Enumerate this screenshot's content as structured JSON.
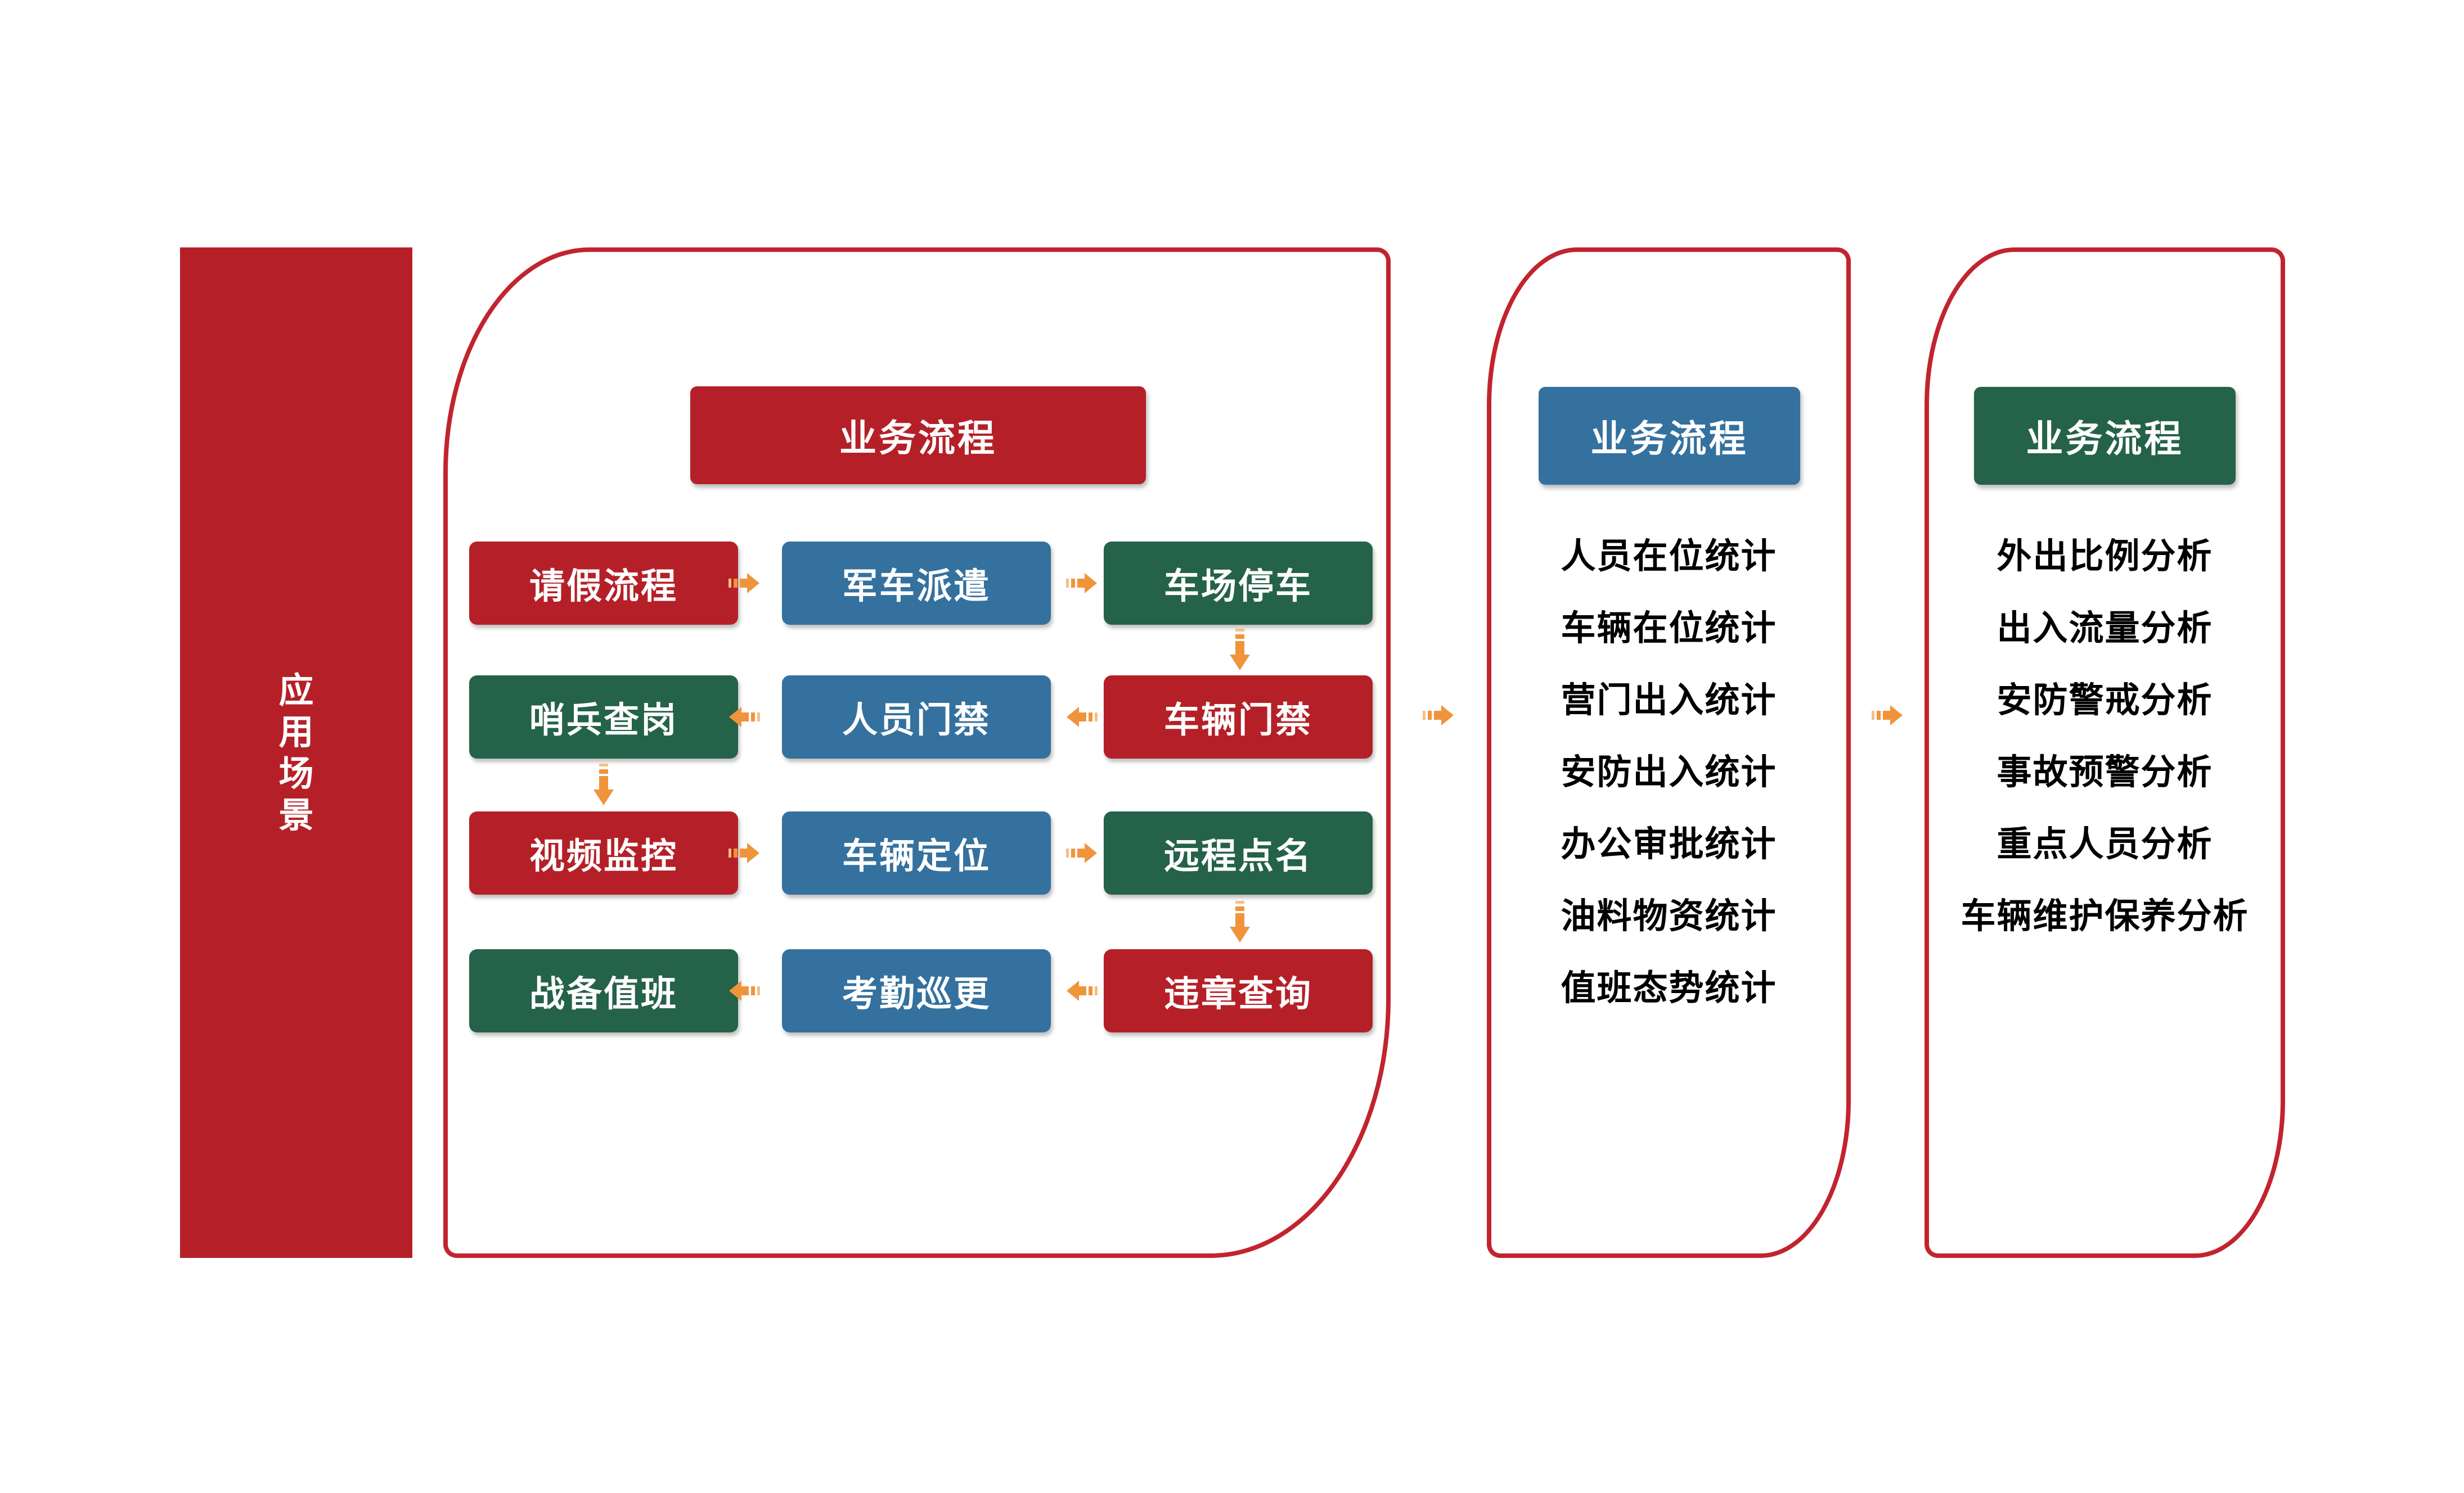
{
  "colors": {
    "red": "#B52028",
    "blue": "#34719E",
    "green": "#25624A",
    "orange": "#F0943C",
    "orange_light": "#F6BE85",
    "panel_border": "#C1242E",
    "text": "#000000",
    "white": "#FFFFFF"
  },
  "sidebar": {
    "label": "应用场景",
    "chars": [
      "应",
      "用",
      "场",
      "景"
    ]
  },
  "main_panel": {
    "header": "业务流程",
    "boxes": [
      {
        "label": "请假流程",
        "color": "red"
      },
      {
        "label": "军车派遣",
        "color": "blue"
      },
      {
        "label": "车场停车",
        "color": "green"
      },
      {
        "label": "哨兵查岗",
        "color": "green"
      },
      {
        "label": "人员门禁",
        "color": "blue"
      },
      {
        "label": "车辆门禁",
        "color": "red"
      },
      {
        "label": "视频监控",
        "color": "red"
      },
      {
        "label": "车辆定位",
        "color": "blue"
      },
      {
        "label": "远程点名",
        "color": "green"
      },
      {
        "label": "战备值班",
        "color": "green"
      },
      {
        "label": "考勤巡更",
        "color": "blue"
      },
      {
        "label": "违章查询",
        "color": "red"
      }
    ]
  },
  "stats_panel": {
    "header": "业务流程",
    "items": [
      "人员在位统计",
      "车辆在位统计",
      "营门出入统计",
      "安防出入统计",
      "办公审批统计",
      "油料物资统计",
      "值班态势统计"
    ]
  },
  "analysis_panel": {
    "header": "业务流程",
    "items": [
      "外出比例分析",
      "出入流量分析",
      "安防警戒分析",
      "事故预警分析",
      "重点人员分析",
      "车辆维护保养分析"
    ]
  }
}
